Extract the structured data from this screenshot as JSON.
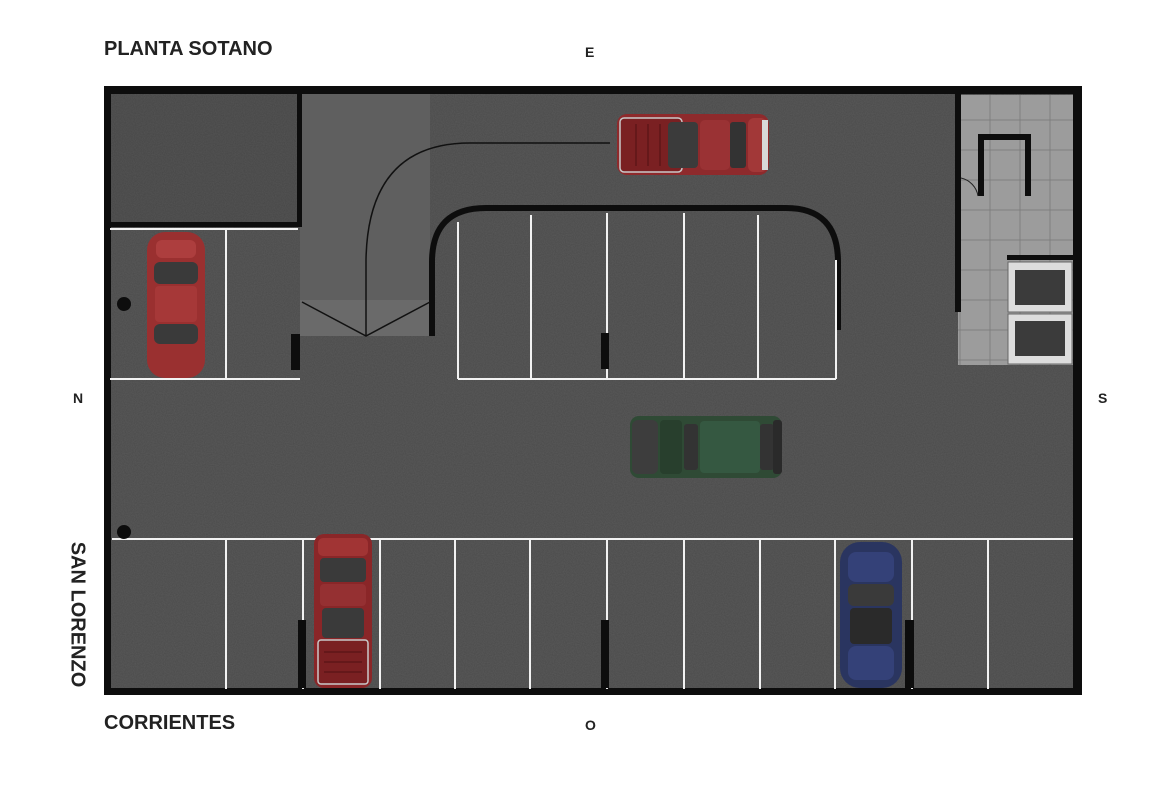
{
  "plan": {
    "title": "PLANTA SOTANO",
    "streets": {
      "bottom": "CORRIENTES",
      "left": "SAN LORENZO"
    },
    "compass": {
      "top": "E",
      "bottom": "O",
      "left": "N",
      "right": "S"
    }
  },
  "vehicles": [
    {
      "name": "red-pickup-top",
      "color": "#8e2a2c",
      "kind": "pickup"
    },
    {
      "name": "red-sedan-left",
      "color": "#9a3030",
      "kind": "sedan"
    },
    {
      "name": "green-suv-center",
      "color": "#2f4a35",
      "kind": "suv"
    },
    {
      "name": "red-pickup-bottom",
      "color": "#8a2628",
      "kind": "pickup"
    },
    {
      "name": "blue-convertible",
      "color": "#2a3560",
      "kind": "convertible"
    }
  ],
  "colors": {
    "asphalt": "#5a5a5a",
    "wall": "#0d0d0d",
    "tile": "#9a9a9a",
    "line": "#f2f2f2"
  }
}
